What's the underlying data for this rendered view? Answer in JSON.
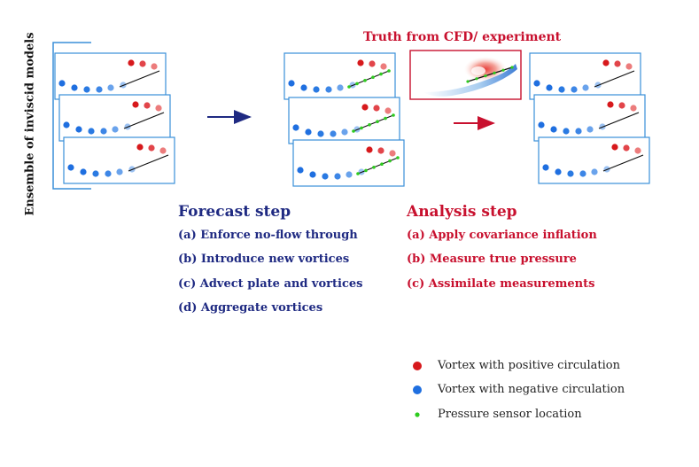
{
  "ensemble_label": "Ensemble of inviscid models",
  "truth_label": "Truth from CFD/ experiment",
  "forecast": {
    "title": "Forecast step",
    "items": [
      "(a) Enforce no-flow through",
      "(b) Introduce new vortices",
      "(c) Advect plate and vortices",
      "(d) Aggregate vortices"
    ]
  },
  "analysis": {
    "title": "Analysis step",
    "items": [
      "(a) Apply covariance inflation",
      "(b) Measure true pressure",
      "(c) Assimilate measurements"
    ]
  },
  "legend": {
    "positive": "Vortex with positive circulation",
    "negative": "Vortex with negative circulation",
    "sensor": "Pressure sensor location"
  },
  "colors": {
    "blue_text": "#1f2a82",
    "red_text": "#c8102e",
    "panel_border": "#3a8fd8",
    "truth_border": "#c8102e",
    "positive_vortex": "#d7191c",
    "negative_vortex": "#1f6fe0",
    "sensor": "#2ecc1f"
  }
}
